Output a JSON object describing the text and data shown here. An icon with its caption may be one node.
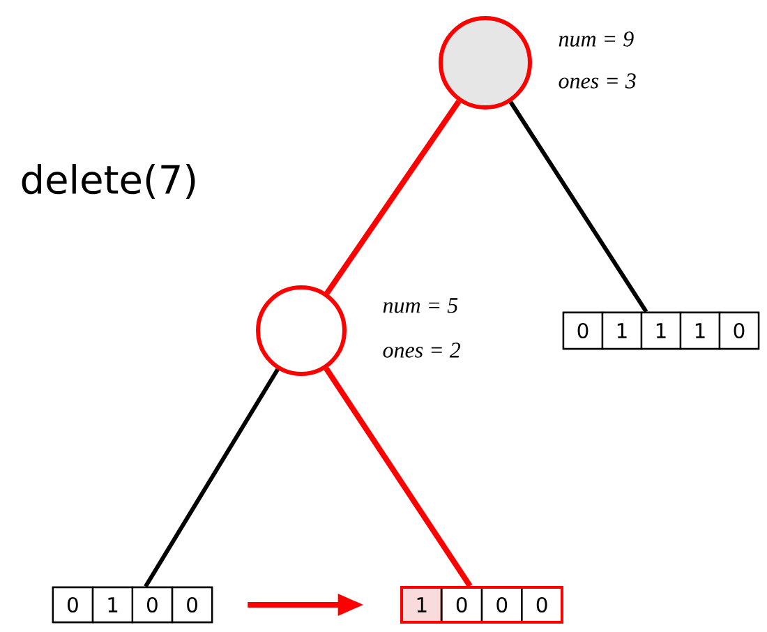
{
  "diagram": {
    "nodes": [
      {
        "text": [],
        "shape": "circle",
        "beside": [
          "num = 9",
          "ones = 3"
        ]
      },
      {
        "text": [],
        "shape": "box"
      },
      {
        "text": [
          "0"
        ],
        "in": 1
      },
      {
        "text": [
          "1"
        ],
        "in": 1
      },
      {
        "text": [
          "1"
        ],
        "in": 1
      },
      {
        "text": [
          "1"
        ],
        "in": 1
      },
      {
        "text": [
          "0"
        ],
        "in": 1
      },
      {
        "text": [],
        "shape": "circle",
        "beside": [
          "num = 5",
          "ones = 2"
        ]
      },
      {
        "text": [],
        "shape": "box"
      },
      {
        "text": [
          "0"
        ],
        "in": 8
      },
      {
        "text": [
          "1"
        ],
        "in": 8
      },
      {
        "text": [
          "0"
        ],
        "in": 8
      },
      {
        "text": [
          "0"
        ],
        "in": 8
      },
      {
        "text": [],
        "shape": "box"
      },
      {
        "text": [
          "1"
        ],
        "in": 13
      },
      {
        "text": [
          "0"
        ],
        "in": 13
      },
      {
        "text": [
          "0"
        ],
        "in": 13
      },
      {
        "text": [
          "0"
        ],
        "in": 13
      }
    ],
    "edges": [
      {
        "from": 0,
        "to": 7,
        "arrow": "none"
      },
      {
        "from": 0,
        "to": 1,
        "arrow": "none",
        "color": "#000000"
      },
      {
        "from": 7,
        "to": 8,
        "arrow": "none",
        "color": "#000000"
      },
      {
        "from": 7,
        "to": 13,
        "arrow": "none"
      },
      {
        "from": 8,
        "to": 13,
        "arrow": "to"
      }
    ],
    "labels": [
      "delete(7)"
    ]
  }
}
